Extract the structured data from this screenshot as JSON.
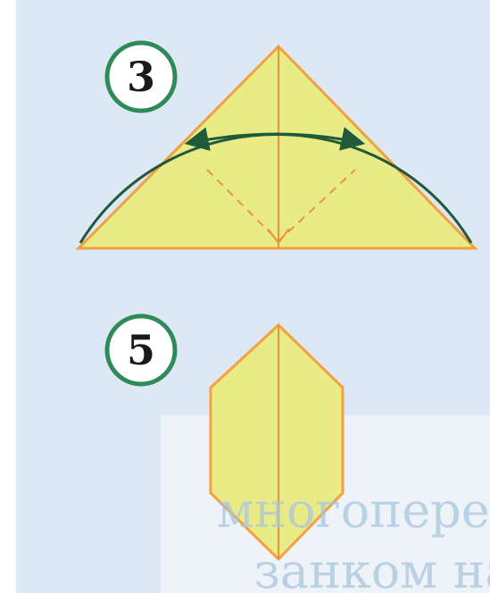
{
  "steps": [
    {
      "number": "3"
    },
    {
      "number": "5"
    }
  ],
  "bottom_text": {
    "line1": "многопере-",
    "line2": "занком на"
  },
  "colors": {
    "paper_fill": "#e9ec86",
    "paper_edge": "#f2a040",
    "fold_line": "#e9963b",
    "arrow": "#1f5a3a",
    "badge_ring": "#2f8a5a",
    "badge_text": "#1a1a1a",
    "page_blue": "#dce8f4",
    "bottom_text": "#a9c6de"
  }
}
